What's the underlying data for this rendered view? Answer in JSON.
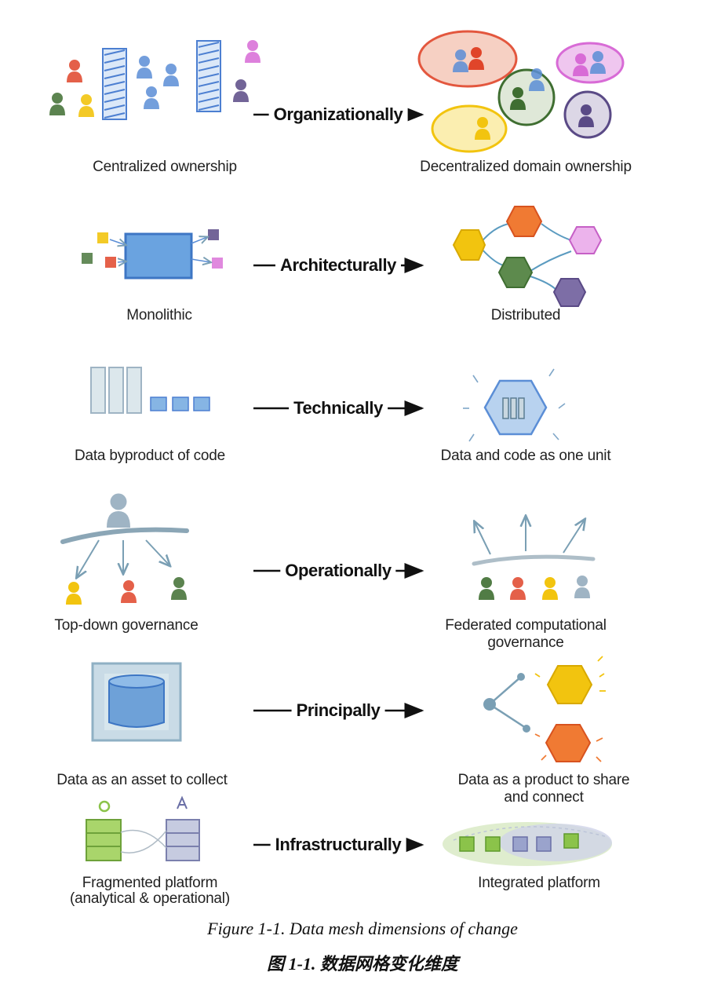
{
  "rows": [
    {
      "from": "Centralized ownership",
      "dimension": "Organizationally",
      "to": "Decentralized domain ownership"
    },
    {
      "from": "Monolithic",
      "dimension": "Architecturally",
      "to": "Distributed"
    },
    {
      "from": "Data byproduct of code",
      "dimension": "Technically",
      "to": "Data and code as one unit"
    },
    {
      "from": "Top-down governance",
      "dimension": "Operationally",
      "to_line1": "Federated computational",
      "to_line2": "governance"
    },
    {
      "from": "Data as an asset to collect",
      "dimension": "Principally",
      "to_line1": "Data as a product to share",
      "to_line2": "and  connect"
    },
    {
      "from_line1": "Fragmented platform",
      "from_line2": "(analytical & operational)",
      "dimension": "Infrastructurally",
      "to": "Integrated platform"
    }
  ],
  "caption_en": "Figure 1-1. Data mesh dimensions of change",
  "caption_zh": "图 1-1. 数据网格变化维度",
  "colors": {
    "red": "#e0452a",
    "yellow": "#f2c40f",
    "green": "#3f6e31",
    "blue": "#5b8ed6",
    "purple": "#5a4a86",
    "pink": "#d86bd6",
    "gray": "#9fb4c4",
    "lime": "#8bc34a"
  }
}
